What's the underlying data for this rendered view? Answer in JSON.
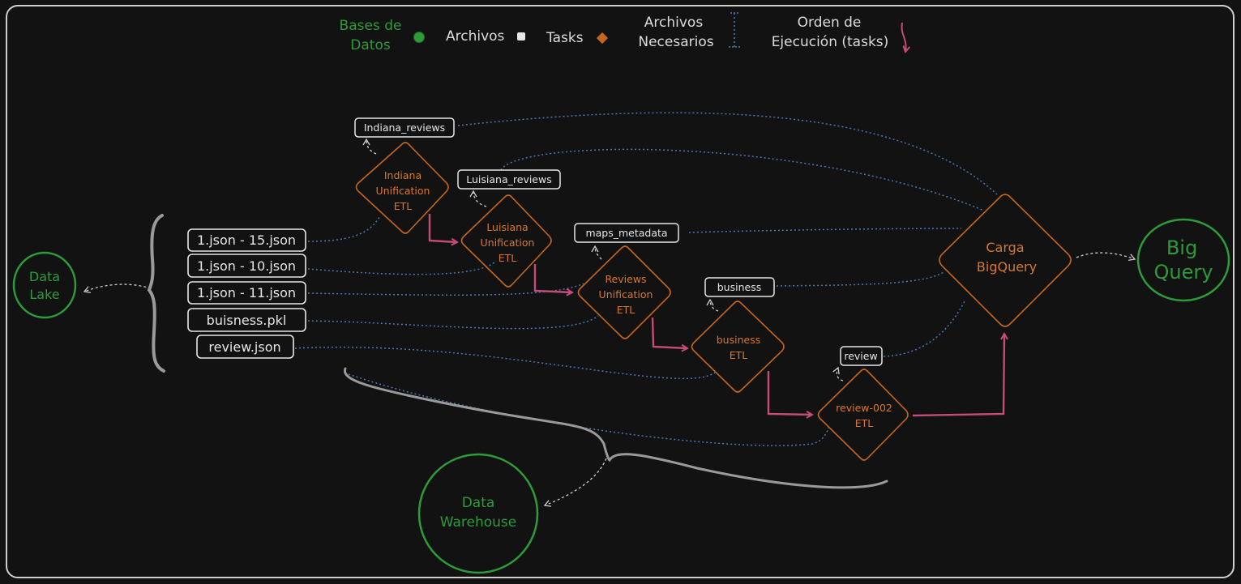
{
  "colors": {
    "background": "#121212",
    "frame": "#cfcfcf",
    "database": "#2f9a3a",
    "file": "#e6e6e6",
    "task": "#c4661c",
    "task_text": "#d9782a",
    "dependency": "#4a78b8",
    "exec_arrow": "#c44c78",
    "text": "#dcdcdc",
    "brace": "#9a9a9a"
  },
  "legend": {
    "databases": "Bases de Datos",
    "databases_line1": "Bases de",
    "databases_line2": "Datos",
    "files": "Archivos",
    "tasks": "Tasks",
    "required_files_line1": "Archivos",
    "required_files_line2": "Necesarios",
    "exec_order_line1": "Orden de",
    "exec_order_line2": "Ejecución (tasks)"
  },
  "databases": {
    "data_lake": [
      "Data",
      "Lake"
    ],
    "data_warehouse": [
      "Data",
      "Warehouse"
    ],
    "big_query": [
      "Big",
      "Query"
    ]
  },
  "source_files": [
    "1.json - 15.json",
    "1.json - 10.json",
    "1.json - 11.json",
    "buisness.pkl",
    "review.json"
  ],
  "output_files": {
    "indiana": "Indiana_reviews",
    "luisiana": "Luisiana_reviews",
    "maps": "maps_metadata",
    "business": "business",
    "review": "review"
  },
  "tasks": {
    "indiana": [
      "Indiana",
      "Unification",
      "ETL"
    ],
    "luisiana": [
      "Luisiana",
      "Unification",
      "ETL"
    ],
    "reviews": [
      "Reviews",
      "Unification",
      "ETL"
    ],
    "business": [
      "business",
      "ETL"
    ],
    "review002": [
      "review-002",
      "ETL"
    ],
    "carga": [
      "Carga",
      "BigQuery"
    ]
  }
}
